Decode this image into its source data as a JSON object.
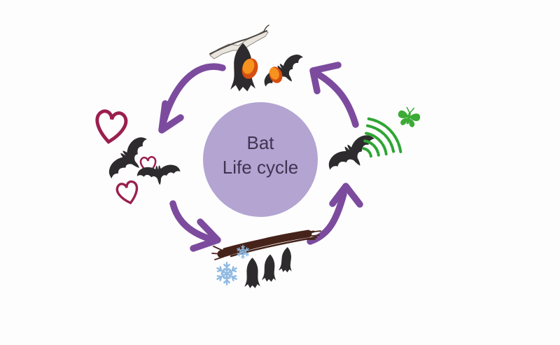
{
  "title": {
    "line1": "Bat",
    "line2": "Life cycle"
  },
  "cycle": {
    "direction": "counterclockwise",
    "stages": [
      {
        "position": "top",
        "theme": "roosting mother bat with pup and flying bat carrying pup",
        "icons": [
          "gray-branch-icon",
          "hanging-mother-bat-icon",
          "bat-pup-icon",
          "flying-bat-with-pup-icon"
        ]
      },
      {
        "position": "left",
        "theme": "two bats with hearts",
        "icons": [
          "flying-bat-icon",
          "flying-bat-icon",
          "heart-icon",
          "heart-icon",
          "heart-icon"
        ]
      },
      {
        "position": "bottom",
        "theme": "three bats hanging from branch with snowflakes",
        "icons": [
          "brown-branch-icon",
          "hanging-bat-icon",
          "hanging-bat-icon",
          "hanging-bat-icon",
          "snowflake-icon",
          "snowflake-icon"
        ]
      },
      {
        "position": "right",
        "theme": "bat echolocating a moth",
        "icons": [
          "flying-bat-icon",
          "echolocation-waves-icon",
          "moth-icon"
        ]
      }
    ],
    "arrows": [
      "top-to-left",
      "left-to-bottom",
      "bottom-to-right",
      "right-to-top"
    ]
  },
  "colors": {
    "bg": "#fdfdfe",
    "circle-fill": "#b3a4d1",
    "title-color": "#3e3453",
    "arrow": "#7c4b9e",
    "bat": "#2d2b2d",
    "heart": "#9b1f4e",
    "echo": "#2fa533",
    "moth": "#3cab35",
    "snow": "#8fb9e2",
    "branch-brown": "#46231a",
    "branch-gray-fill": "#e9e5de",
    "branch-gray-edge": "#4c4540",
    "pup-orange": "#f6921e",
    "pup-deep": "#d64f12"
  }
}
